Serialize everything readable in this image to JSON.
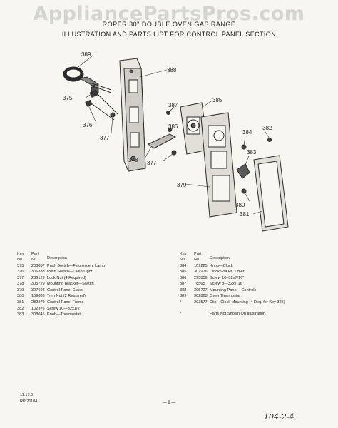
{
  "watermark": "AppliancePartsPros.com",
  "title": "ROPER 30\" DOUBLE OVEN GAS RANGE",
  "subtitle": "ILLUSTRATION AND PARTS LIST FOR CONTROL PANEL SECTION",
  "callouts": [
    "389",
    "388",
    "375",
    "376",
    "377",
    "387",
    "386",
    "385",
    "378",
    "377",
    "384",
    "382",
    "383",
    "379",
    "380",
    "381"
  ],
  "headers": {
    "key": "Key",
    "key_no": "No.",
    "part": "Part",
    "part_no": "No.",
    "desc": "Description"
  },
  "parts_left": [
    {
      "key": "375",
      "part": "288857",
      "desc": "Push Switch—Fluorescent Lamp"
    },
    {
      "key": "376",
      "part": "306333",
      "desc": "Push Switch—Oven Light"
    },
    {
      "key": "377",
      "part": "236129",
      "desc": "Lock Nut (4 Required)"
    },
    {
      "key": "378",
      "part": "305729",
      "desc": "Mounting Bracket—Switch"
    },
    {
      "key": "379",
      "part": "307698",
      "desc": "Control Panel Glass"
    },
    {
      "key": "380",
      "part": "109883",
      "desc": "Trim Nut (2 Required)"
    },
    {
      "key": "381",
      "part": "282279",
      "desc": "Control Panel Frame"
    },
    {
      "key": "382",
      "part": "102376",
      "desc": "Screw 10—32x1/2\""
    },
    {
      "key": "383",
      "part": "308045",
      "desc": "Knob—Thermostat"
    }
  ],
  "parts_right": [
    {
      "key": "384",
      "part": "109225",
      "desc": "Knob—Clock"
    },
    {
      "key": "385",
      "part": "307976",
      "desc": "Clock w/4 Hr. Timer"
    },
    {
      "key": "386",
      "part": "295856",
      "desc": "Screw 10–32x7/16\""
    },
    {
      "key": "387",
      "part": "78565",
      "desc": "Screw 8—32x7/16\""
    },
    {
      "key": "388",
      "part": "305727",
      "desc": "Mounting Panel—Controls"
    },
    {
      "key": "389",
      "part": "302868",
      "desc": "Oven Thermostat"
    },
    {
      "key": "*",
      "part": "293577",
      "desc": "Clip—Clock Mounting (4 Req. for Key 385)"
    }
  ],
  "note": {
    "symbol": "*",
    "text": "Parts Not Shown On Illustration."
  },
  "footer": {
    "date": "11.17.0",
    "code": "RP 21104",
    "page": "— 9 —",
    "handwritten": "104-2-4"
  }
}
